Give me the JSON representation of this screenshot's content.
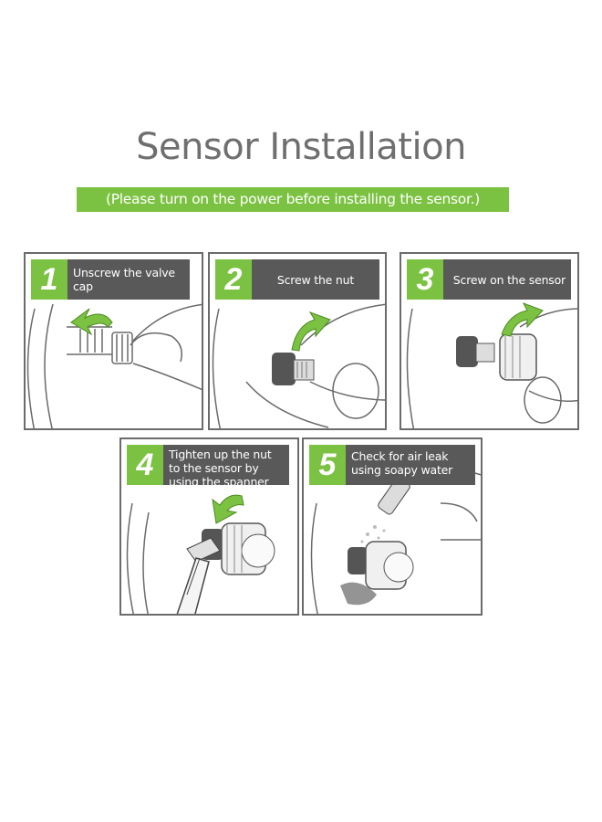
{
  "title": "Sensor Installation",
  "subtitle": "(Please turn on the power before installing the sensor.)",
  "steps": [
    {
      "number": "1",
      "label": "Unscrew the valve cap"
    },
    {
      "number": "2",
      "label": "Screw the nut"
    },
    {
      "number": "3",
      "label": "Screw on the sensor"
    },
    {
      "number": "4",
      "label": "Tighten up the nut to the sensor by using the spanner"
    },
    {
      "number": "5",
      "label": "Check for air leak using soapy water"
    }
  ],
  "colors": {
    "accent": "#7cc242",
    "label_bg": "#595959",
    "title": "#6f6f6f",
    "border": "#6b6b6b"
  }
}
